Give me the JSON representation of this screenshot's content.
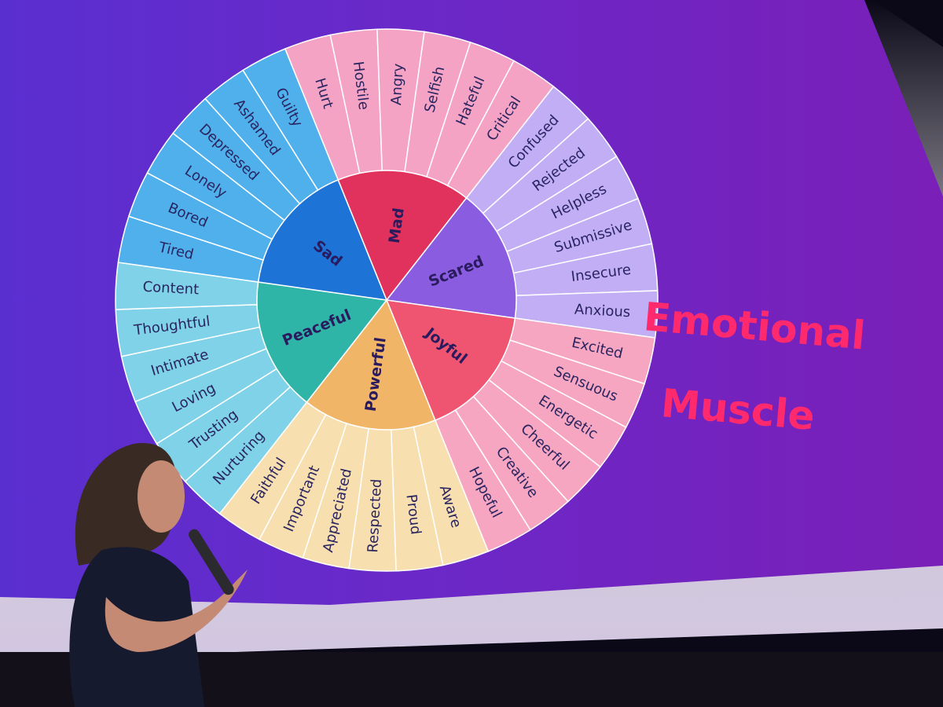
{
  "slide": {
    "title_line1": "Emotional",
    "title_line2": "Muscle"
  },
  "wheel": {
    "core": [
      {
        "label": "Mad",
        "color": "#e0325c",
        "feelings": [
          "Hurt",
          "Hostile",
          "Angry",
          "Selfish",
          "Hateful",
          "Critical"
        ],
        "ring_color": "#f4a3c4"
      },
      {
        "label": "Scared",
        "color": "#8a5ce0",
        "feelings": [
          "Confused",
          "Rejected",
          "Helpless",
          "Submissive",
          "Insecure",
          "Anxious"
        ],
        "ring_color": "#c2aef5"
      },
      {
        "label": "Joyful",
        "color": "#ef5470",
        "feelings": [
          "Excited",
          "Sensuous",
          "Energetic",
          "Cheerful",
          "Creative",
          "Hopeful"
        ],
        "ring_color": "#f7a6c2"
      },
      {
        "label": "Powerful",
        "color": "#f1b567",
        "feelings": [
          "Aware",
          "Proud",
          "Respected",
          "Appreciated",
          "Important",
          "Faithful"
        ],
        "ring_color": "#f7dfb0"
      },
      {
        "label": "Peaceful",
        "color": "#2fb5a8",
        "feelings": [
          "Nurturing",
          "Trusting",
          "Loving",
          "Intimate",
          "Thoughtful",
          "Content"
        ],
        "ring_color": "#7fd2e8"
      },
      {
        "label": "Sad",
        "color": "#1e73d6",
        "feelings": [
          "Tired",
          "Bored",
          "Lonely",
          "Depressed",
          "Ashamed",
          "Guilty"
        ],
        "ring_color": "#4fb0ec"
      }
    ]
  }
}
